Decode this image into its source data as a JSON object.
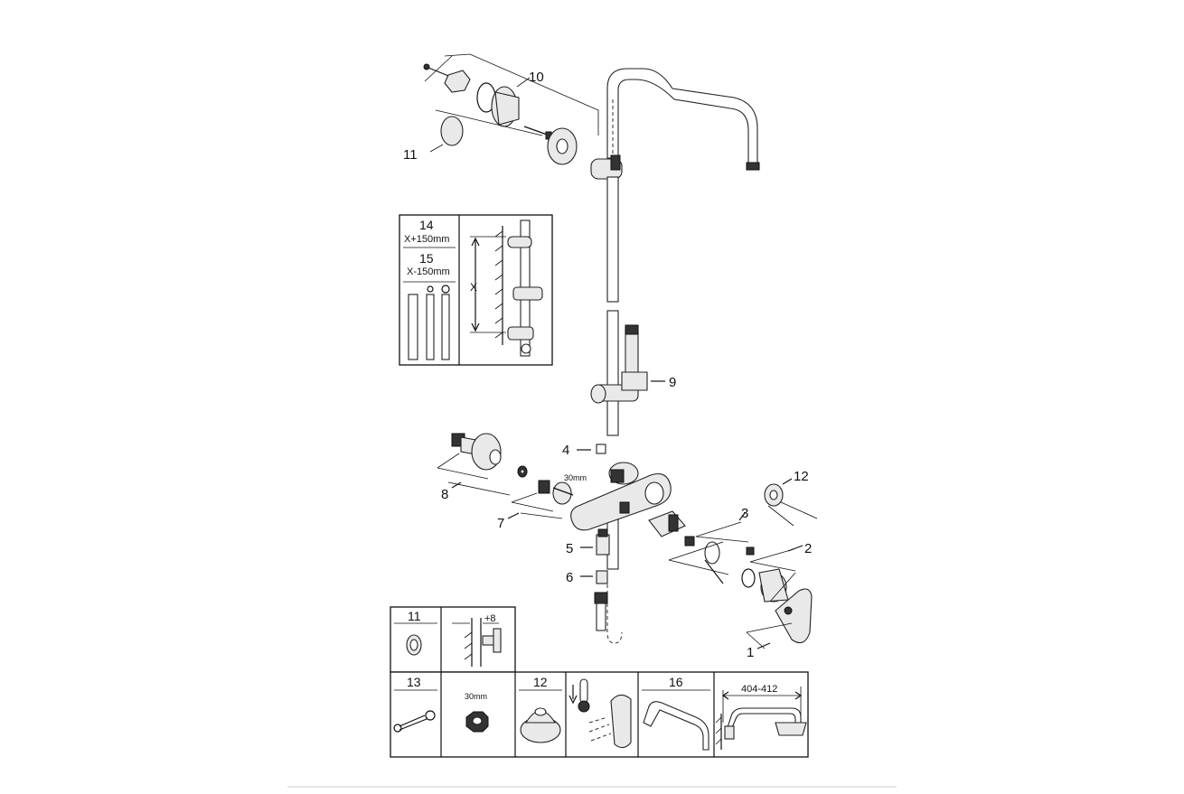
{
  "callouts": {
    "c1": "1",
    "c2": "2",
    "c3": "3",
    "c4": "4",
    "c5": "5",
    "c6": "6",
    "c7": "7",
    "c8": "8",
    "c9": "9",
    "c10": "10",
    "c11": "11",
    "c12": "12"
  },
  "callout_7_dim": "30mm",
  "inset_height": {
    "label_14": "14",
    "label_14_dim": "X+150mm",
    "label_15": "15",
    "label_15_dim": "X-150mm",
    "x_label": "X"
  },
  "bottom_panels": {
    "p11_label": "11",
    "p11_dim": "+8",
    "p13_label": "13",
    "p13_dim": "30mm",
    "p12_label": "12",
    "p16_label": "16",
    "p16_dim": "404-412"
  },
  "colors": {
    "line": "#111111",
    "part_fill": "#e9e9e9",
    "background": "#ffffff"
  }
}
